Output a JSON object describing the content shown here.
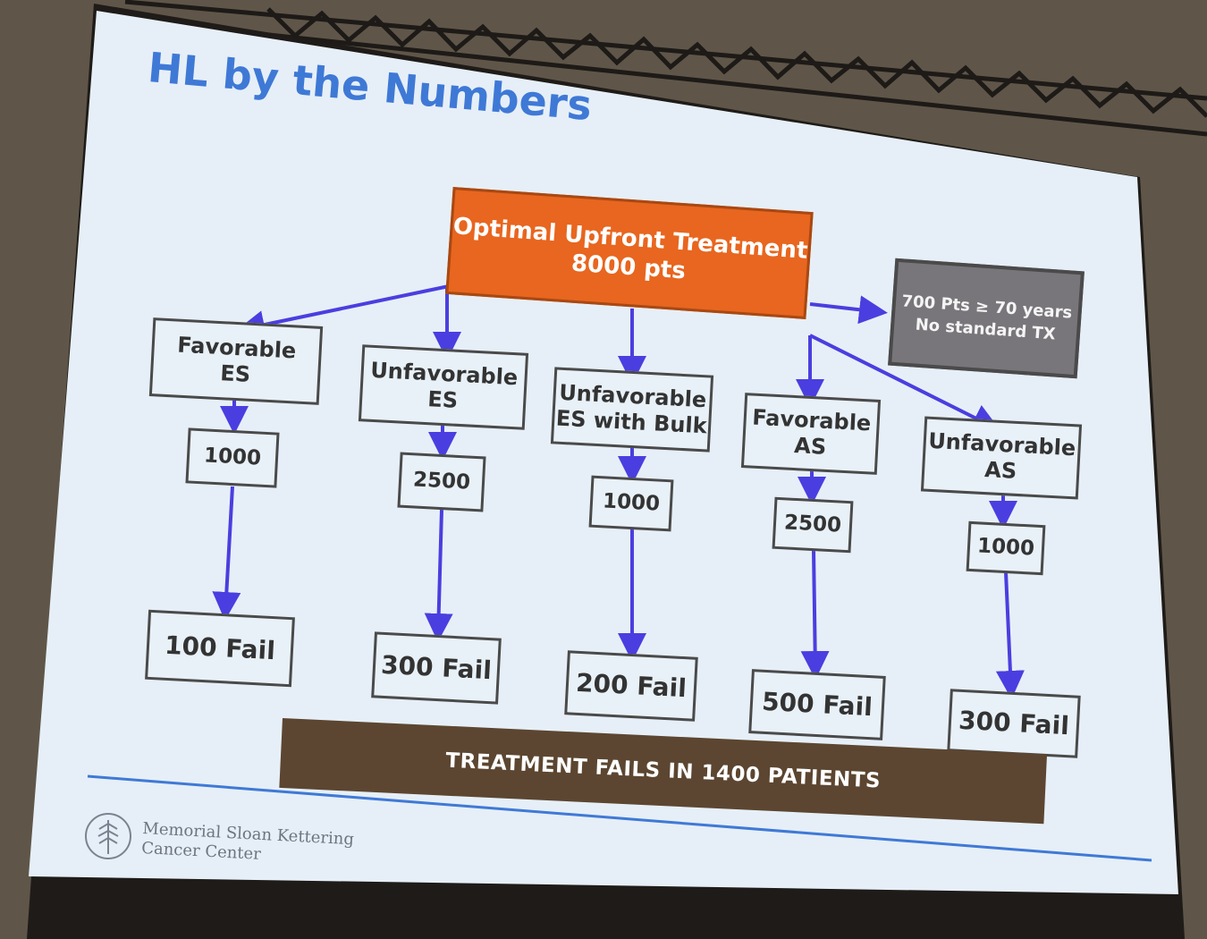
{
  "slide": {
    "title": "HL by the Numbers",
    "root": {
      "line1": "Optimal Upfront Treatment",
      "line2": "8000 pts"
    },
    "side_note": {
      "line1": "700 Pts ≥ 70 years",
      "line2": "No standard TX"
    },
    "groups": [
      {
        "line1": "Favorable",
        "line2": "ES",
        "count": "1000",
        "fail": "100 Fail"
      },
      {
        "line1": "Unfavorable",
        "line2": "ES",
        "count": "2500",
        "fail": "300 Fail"
      },
      {
        "line1": "Unfavorable",
        "line2": "ES with Bulk",
        "count": "1000",
        "fail": "200 Fail"
      },
      {
        "line1": "Favorable",
        "line2": "AS",
        "count": "2500",
        "fail": "500 Fail"
      },
      {
        "line1": "Unfavorable",
        "line2": "AS",
        "count": "1000",
        "fail": "300 Fail"
      }
    ],
    "banner": "TREATMENT FAILS IN 1400 PATIENTS",
    "footer": {
      "line1": "Memorial Sloan Kettering",
      "line2": "Cancer Center"
    }
  },
  "colors": {
    "title": "#3f79d6",
    "root_fill": "#e8661f",
    "side_note_fill": "#79767b",
    "arrow": "#4a3ee0",
    "banner_fill": "#5c4631",
    "rule": "#3f79d6"
  }
}
